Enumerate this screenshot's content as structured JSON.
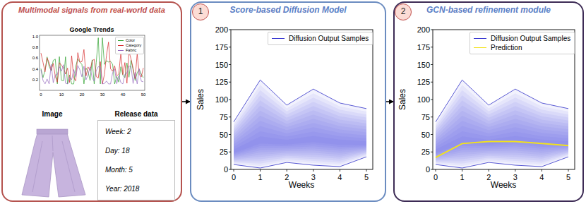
{
  "diagram": {
    "nodes": [
      {
        "text": [
          "Multimodal signals from real-world data"
        ]
      },
      {
        "text": [
          "Release data",
          "Week: 2",
          "Day: 18",
          "Month: 5",
          "Year: 2018"
        ],
        "in": 0
      },
      {
        "text": [
          "1"
        ]
      },
      {
        "text": [
          "Score-based Diffusion Model"
        ]
      },
      {
        "text": [
          "2"
        ]
      },
      {
        "text": [
          "GCN-based refinement module"
        ]
      }
    ],
    "edges": [
      {
        "from": 0,
        "to": 3,
        "arrow": "to"
      },
      {
        "from": 3,
        "to": 5,
        "arrow": "to"
      }
    ],
    "labels": [
      "Google Trends",
      "0.2",
      "0.4",
      "0.6",
      "0.8",
      "1.0",
      "0",
      "10",
      "20",
      "30",
      "40",
      "50",
      "Image",
      "0",
      "25",
      "50",
      "75",
      "100",
      "125",
      "150",
      "175",
      "200",
      "0",
      "1",
      "2",
      "3",
      "4",
      "5",
      "Sales",
      "Weeks",
      "0",
      "25",
      "50",
      "75",
      "100",
      "125",
      "150",
      "175",
      "200",
      "0",
      "1",
      "2",
      "3",
      "4",
      "5",
      "Sales",
      "Weeks"
    ],
    "legend": [
      {
        "text": "Color"
      },
      {
        "text": "Category"
      },
      {
        "text": "Fabric"
      },
      {
        "text": "Diffusion Output Samples"
      },
      {
        "text": "Diffusion Output Samples"
      },
      {
        "text": "Prediction"
      }
    ]
  }
}
